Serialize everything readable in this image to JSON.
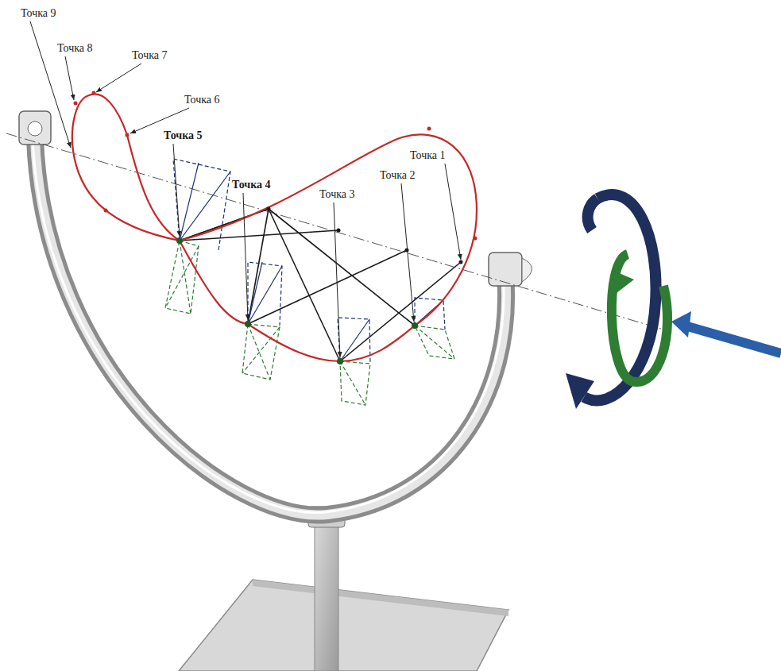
{
  "diagram": {
    "labels": [
      "Точка 1",
      "Точка 2",
      "Точка 3",
      "Точка 4",
      "Точка 5",
      "Точка 6",
      "Точка 7",
      "Точка 8",
      "Точка 9"
    ]
  }
}
